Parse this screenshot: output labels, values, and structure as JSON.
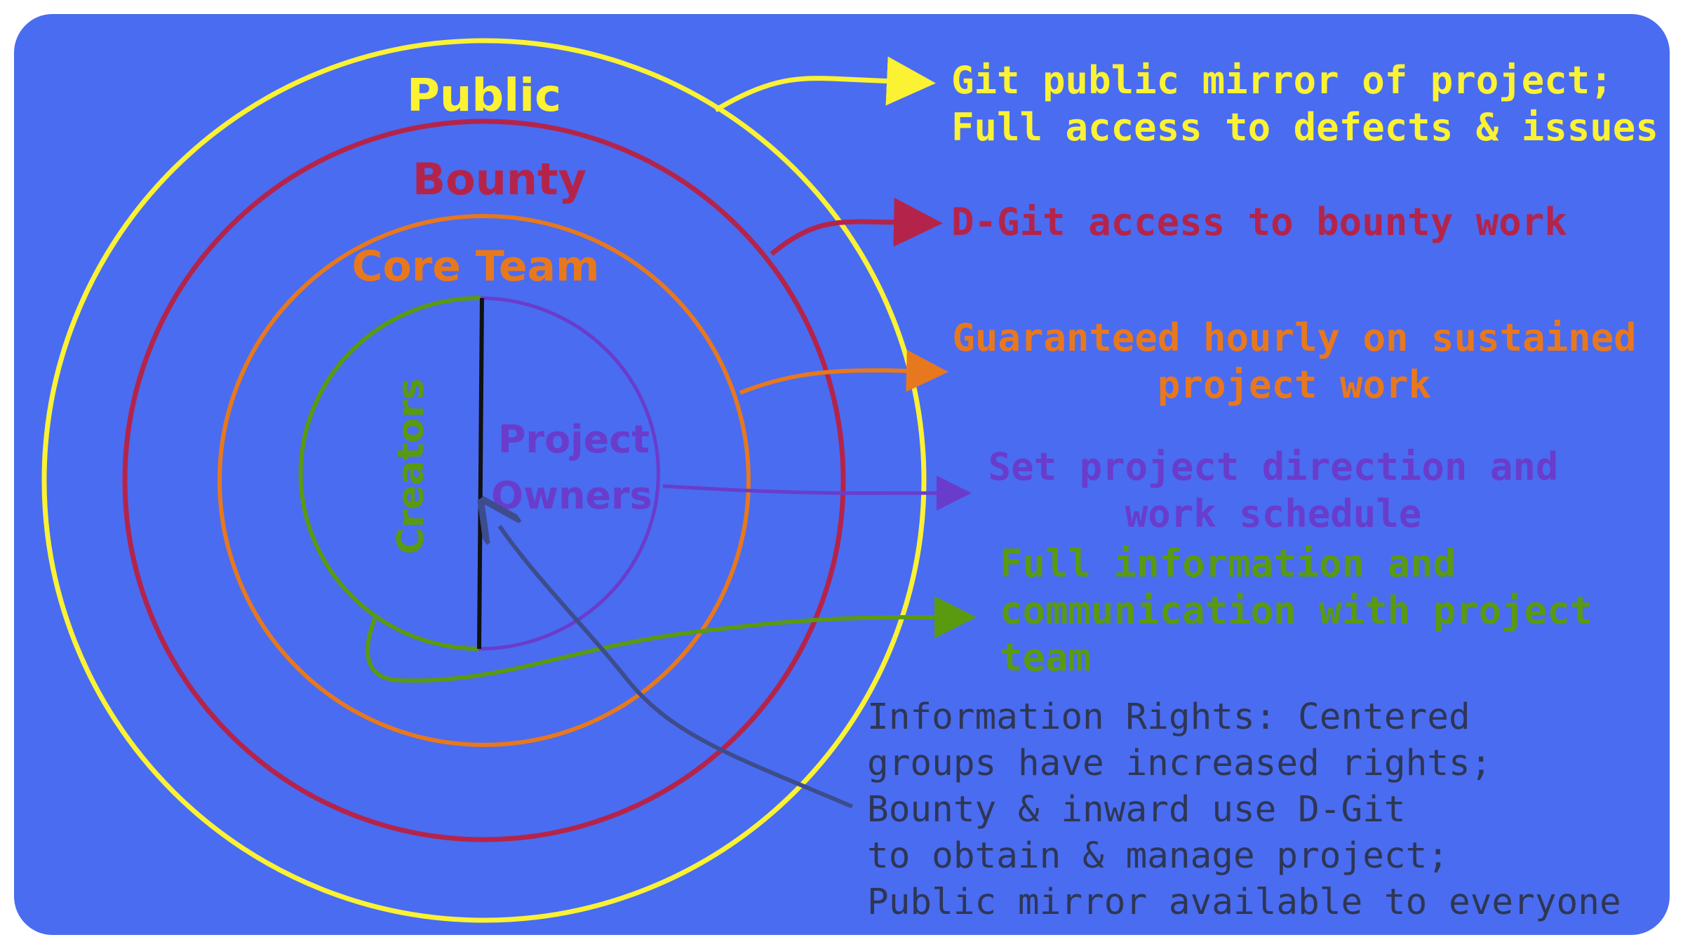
{
  "colors": {
    "background": "#4a6cf0",
    "public": "#fbf233",
    "bounty": "#b4244a",
    "core_team": "#e8781d",
    "project_owners": "#6a3ccc",
    "creators": "#5a9a10",
    "divider": "#111111",
    "info_note": "#2e3654",
    "info_arrow": "#3d4d8c"
  },
  "rings": {
    "public": "Public",
    "bounty": "Bounty",
    "core_team": "Core Team",
    "creators": "Creators",
    "project_owners_line1": "Project",
    "project_owners_line2": "Owners"
  },
  "descriptions": {
    "public_line1": "Git public mirror of project;",
    "public_line2": "Full access to defects & issues",
    "bounty": "D-Git access to bounty work",
    "core_team_line1": "Guaranteed hourly on sustained",
    "core_team_line2": "project work",
    "owners_line1": "Set project direction and",
    "owners_line2": "work schedule",
    "creators_line1": "Full information and",
    "creators_line2": "communication with project",
    "creators_line3": "team"
  },
  "info_rights": {
    "line1": "Information Rights: Centered",
    "line2": "groups have increased rights;",
    "line3": "Bounty & inward use D-Git",
    "line4": "to obtain & manage project;",
    "line5": "Public mirror available to everyone"
  }
}
